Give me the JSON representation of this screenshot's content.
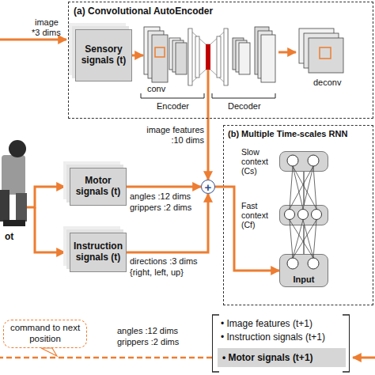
{
  "diagram": {
    "nodes": [
      {
        "text": [
          "(a) Convolutional AutoEncoder"
        ]
      },
      {
        "text": [
          "Sensory signals (t)"
        ],
        "in": 0
      },
      {
        "text": [
          "Motor signals (t)"
        ]
      },
      {
        "text": [
          "Instruction signals (t)"
        ]
      },
      {
        "text": [
          "+"
        ]
      },
      {
        "text": [
          "(b) Multiple Time-scales RNN"
        ]
      },
      {
        "text": [
          "Slow context (Cs)"
        ],
        "in": 5
      },
      {
        "text": [
          "Fast context (Cf)"
        ],
        "in": 5
      },
      {
        "text": [
          "Input"
        ],
        "in": 5
      },
      {
        "text": [
          "command to next position"
        ]
      },
      {
        "text": [
          "• Image features (t+1)",
          "• Instruction signals (t+1)"
        ]
      },
      {
        "text": [
          "• Motor signals (t+1)"
        ],
        "in": 10
      }
    ],
    "edges": [
      {
        "from": 0,
        "to": 4,
        "arrow": "to",
        "label": "image features :10 dims"
      },
      {
        "from": 2,
        "to": 4,
        "arrow": "to"
      },
      {
        "from": 3,
        "to": 4,
        "arrow": "to"
      },
      {
        "from": 4,
        "to": 8,
        "arrow": "to"
      },
      {
        "from": 6,
        "to": 7,
        "arrow": "none"
      },
      {
        "from": 7,
        "to": 8,
        "arrow": "none"
      }
    ],
    "labels": [
      "image",
      "*3 dims",
      "conv",
      "Encoder",
      "Decoder",
      "deconv",
      "ot",
      "angles :12 dims",
      "grippers :2 dims",
      "directions :3 dims",
      "{right, left, up}",
      "angles :12 dims",
      "grippers :2 dims"
    ]
  }
}
